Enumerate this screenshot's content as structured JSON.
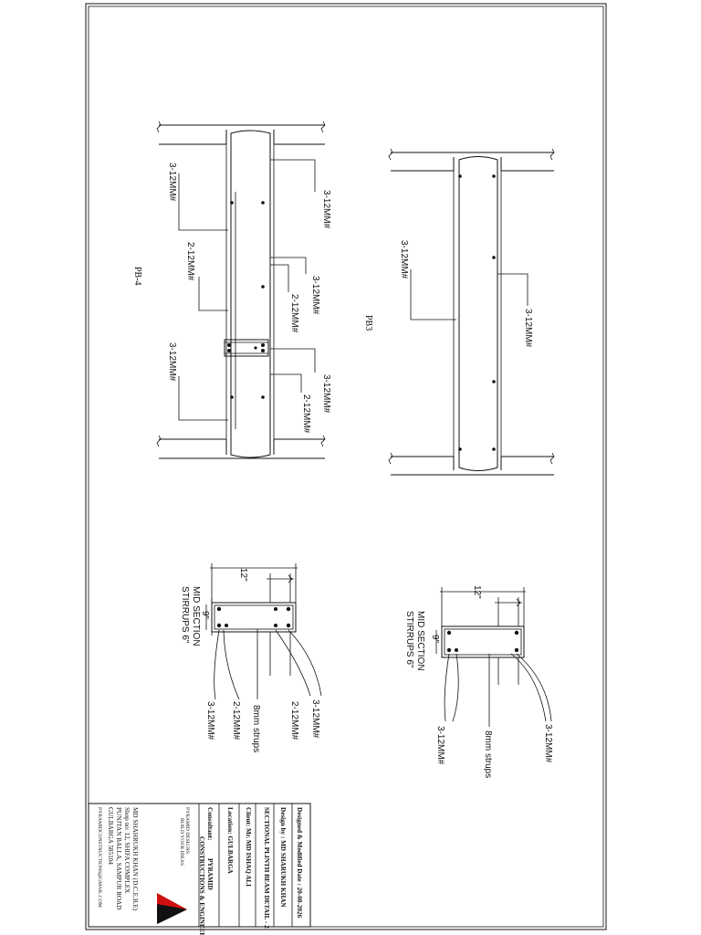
{
  "labels": {
    "pb4": "PB-4",
    "pb3": "PB3",
    "bar_3_12": "3-12MM#",
    "bar_2_12": "2-12MM#",
    "mid_section": "MID SECTION",
    "stirrups_6": "STIRRUPS 6\"",
    "stirrups_8mm": "8mm strups",
    "dim_12": "12\"",
    "dim_9": "9\""
  },
  "title_block": {
    "designed": "Designed & Modified Date : 20-08-2026",
    "design_by": "Design by : MD SHARUKH KHAN",
    "sheet_title": "SECTIONAL PLINTH BEAM DETAIL - 2",
    "client": "Client:    Mr. MD ISHAQ ALI",
    "location": "Location:   GULBARGA",
    "consultant": "Consultant:",
    "consultant_name_1": "PYRAMID",
    "consultant_name_2": "CONSTRUCTIONS & ENGINEERS",
    "company_brand": "PYRAMID DESIGNS",
    "company_tag": "BUILD YOUR IDEAS",
    "company_line1": "MD SHAHRUKH KHAN (D.C.E.B.E)",
    "company_line2": "Shop no: 12, SHIFA COMPLEX",
    "company_line3": "PUNJTAN BALLA, SAMPUR ROAD",
    "company_line4": "GULBARGA 585104",
    "company_email": "PYRAMIDCONSTRUCTIONS@GMAIL.COM"
  }
}
